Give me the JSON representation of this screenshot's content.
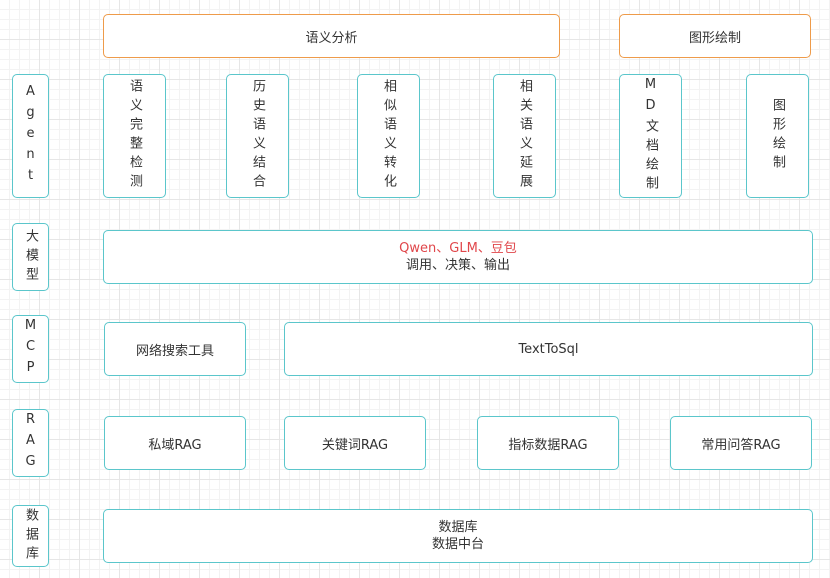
{
  "top": {
    "semantic_analysis": "语义分析",
    "chart_drawing": "图形绘制"
  },
  "layers": {
    "agent": "Agent",
    "llm": "大模型",
    "mcp": "MCP",
    "rag": "RAG",
    "database": "数据库"
  },
  "agents": [
    "语义完整检测",
    "历史语义结合",
    "相似语义转化",
    "相关语义延展",
    "MD文档绘制",
    "图形绘制"
  ],
  "llm": {
    "models": "Qwen、GLM、豆包",
    "functions": "调用、决策、输出"
  },
  "mcp": {
    "web_search": "网络搜索工具",
    "text_to_sql": "TextToSql"
  },
  "rag": {
    "private": "私域RAG",
    "keyword": "关键词RAG",
    "metric": "指标数据RAG",
    "faq": "常用问答RAG"
  },
  "database": {
    "line1": "数据库",
    "line2": "数据中台"
  },
  "colors": {
    "teal_border": "#5bc6cb",
    "orange_border": "#ee9b4a",
    "llm_text": "#e0474b"
  }
}
